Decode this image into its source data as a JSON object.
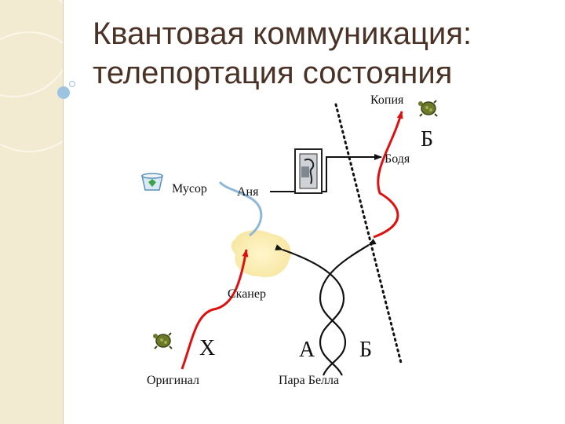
{
  "title": {
    "line1": "Квантовая коммуникация:",
    "line2": "телепортация состояния"
  },
  "labels": {
    "copy": "Копия",
    "b_right": "Б",
    "bob": "Бодя",
    "trash": "Мусор",
    "anya": "Аня",
    "scanner": "Сканер",
    "x": "X",
    "a": "A",
    "b_bottom": "Б",
    "original": "Оригинал",
    "bell_pair": "Пара Белла"
  },
  "icons": [
    "recycle-bin-icon",
    "fax-machine-icon",
    "turtle-icon"
  ],
  "colors": {
    "title": "#4a3326",
    "sidebar": "#f3ead2",
    "red_path": "#dd1111",
    "blue_path": "#8fb8d8",
    "flash": "#fbf0b8"
  }
}
